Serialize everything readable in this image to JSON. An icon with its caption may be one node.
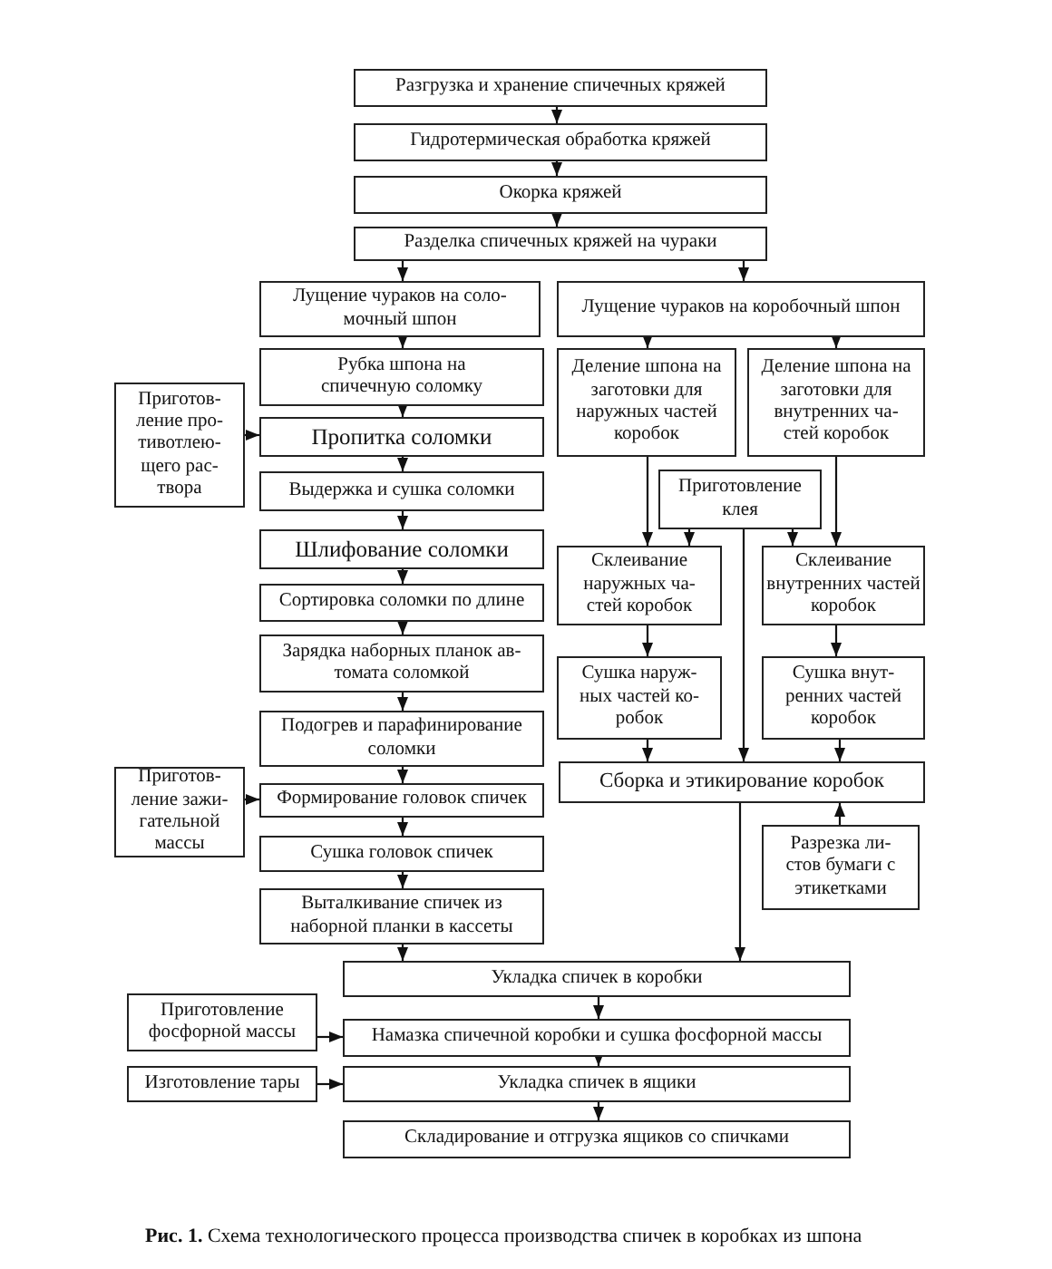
{
  "diagram": {
    "caption": "**Рис. 1.** Схема технологического процесса производства спичек в коробках из шпона",
    "nodes": [
      {
        "text": [
          "Разгрузка и хранение спичечных кряжей"
        ]
      },
      {
        "text": [
          "Гидротермическая обработка кряжей"
        ]
      },
      {
        "text": [
          "Окорка кряжей"
        ]
      },
      {
        "text": [
          "Разделка спичечных кряжей на чураки"
        ]
      },
      {
        "text": [
          "Лущение чураков на соло- мочный шпон"
        ]
      },
      {
        "text": [
          "Лущение чураков на коробочный шпон"
        ]
      },
      {
        "text": [
          "Рубка шпона на спичечную соломку"
        ]
      },
      {
        "text": [
          "Приготов- ление про- тивотлею- щего рас- твора"
        ]
      },
      {
        "text": [
          "Пропитка соломки"
        ]
      },
      {
        "text": [
          "Выдержка и сушка соломки"
        ]
      },
      {
        "text": [
          "Шлифование соломки"
        ]
      },
      {
        "text": [
          "Сортировка соломки по длине"
        ]
      },
      {
        "text": [
          "Зарядка наборных планок ав- томата соломкой"
        ]
      },
      {
        "text": [
          "Подогрев и парафинирование соломки"
        ]
      },
      {
        "text": [
          "Деление шпона на заготовки для наружных частей коробок"
        ]
      },
      {
        "text": [
          "Деление шпона на заготовки для внутренних ча- стей коробок"
        ]
      },
      {
        "text": [
          "Приготовление клея"
        ]
      },
      {
        "text": [
          "Склеивание наружных ча- стей коробок"
        ]
      },
      {
        "text": [
          "Склеивание внутренних частей коробок"
        ]
      },
      {
        "text": [
          "Сушка наруж- ных частей ко- робок"
        ]
      },
      {
        "text": [
          "Сушка внут- ренних частей коробок"
        ]
      },
      {
        "text": [
          "Сборка и этикирование коробок"
        ]
      },
      {
        "text": [
          "Приготов- ление зажи- гательной массы"
        ]
      },
      {
        "text": [
          "Формирование головок спичек"
        ]
      },
      {
        "text": [
          "Сушка головок спичек"
        ]
      },
      {
        "text": [
          "Выталкивание спичек из наборной планки в кассеты"
        ]
      },
      {
        "text": [
          "Разрезка ли- стов бумаги с этикетками"
        ]
      },
      {
        "text": [
          "Укладка спичек в коробки"
        ]
      },
      {
        "text": [
          "Приготовление фосфорной массы"
        ]
      },
      {
        "text": [
          "Намазка спичечной коробки и сушка фосфорной массы"
        ]
      },
      {
        "text": [
          "Изготовление тары"
        ]
      },
      {
        "text": [
          "Укладка спичек в ящики"
        ]
      },
      {
        "text": [
          "Складирование и отгрузка ящиков со спичками"
        ]
      }
    ],
    "edges": [
      {
        "from": 0,
        "to": 1,
        "arrow": "to"
      },
      {
        "from": 1,
        "to": 2,
        "arrow": "to"
      },
      {
        "from": 2,
        "to": 3,
        "arrow": "to"
      },
      {
        "from": 3,
        "to": 4,
        "arrow": "to"
      },
      {
        "from": 3,
        "to": 5,
        "arrow": "to"
      },
      {
        "from": 4,
        "to": 6,
        "arrow": "to"
      },
      {
        "from": 5,
        "to": 14,
        "arrow": "to"
      },
      {
        "from": 5,
        "to": 15,
        "arrow": "to"
      },
      {
        "from": 6,
        "to": 8,
        "arrow": "to"
      },
      {
        "from": 7,
        "to": 8,
        "arrow": "to"
      },
      {
        "from": 8,
        "to": 9,
        "arrow": "to"
      },
      {
        "from": 9,
        "to": 10,
        "arrow": "to"
      },
      {
        "from": 10,
        "to": 11,
        "arrow": "to"
      },
      {
        "from": 11,
        "to": 12,
        "arrow": "to"
      },
      {
        "from": 12,
        "to": 13,
        "arrow": "to"
      },
      {
        "from": 13,
        "to": 23,
        "arrow": "to"
      },
      {
        "from": 22,
        "to": 23,
        "arrow": "to"
      },
      {
        "from": 23,
        "to": 24,
        "arrow": "to"
      },
      {
        "from": 24,
        "to": 25,
        "arrow": "to"
      },
      {
        "from": 25,
        "to": 27,
        "arrow": "to"
      },
      {
        "from": 14,
        "to": 17,
        "arrow": "to"
      },
      {
        "from": 15,
        "to": 18,
        "arrow": "to"
      },
      {
        "from": 16,
        "to": 17,
        "arrow": "to"
      },
      {
        "from": 16,
        "to": 18,
        "arrow": "to"
      },
      {
        "from": 16,
        "to": 21,
        "arrow": "to"
      },
      {
        "from": 17,
        "to": 19,
        "arrow": "to"
      },
      {
        "from": 18,
        "to": 20,
        "arrow": "to"
      },
      {
        "from": 19,
        "to": 21,
        "arrow": "to"
      },
      {
        "from": 20,
        "to": 21,
        "arrow": "to"
      },
      {
        "from": 26,
        "to": 21,
        "arrow": "to"
      },
      {
        "from": 21,
        "to": 27,
        "arrow": "to"
      },
      {
        "from": 27,
        "to": 29,
        "arrow": "to"
      },
      {
        "from": 28,
        "to": 29,
        "arrow": "to"
      },
      {
        "from": 29,
        "to": 31,
        "arrow": "to"
      },
      {
        "from": 30,
        "to": 31,
        "arrow": "to"
      },
      {
        "from": 31,
        "to": 32,
        "arrow": "to"
      }
    ]
  }
}
